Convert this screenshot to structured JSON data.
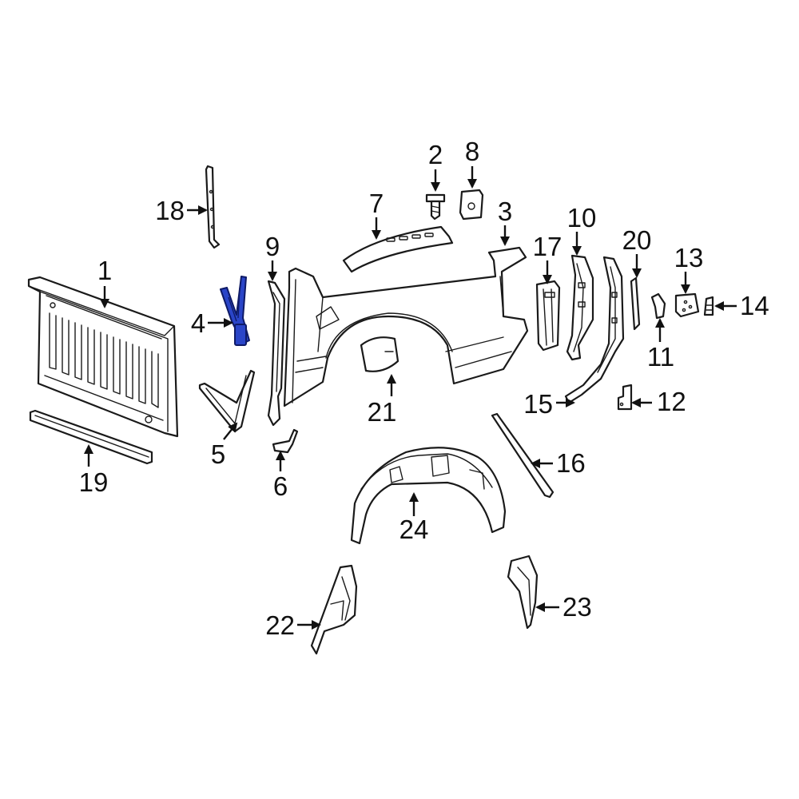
{
  "diagram": {
    "highlight_color": "#2a45c8",
    "line_color": "#1a1a1a",
    "callouts": [
      {
        "id": "1",
        "label": "1"
      },
      {
        "id": "2",
        "label": "2"
      },
      {
        "id": "3",
        "label": "3"
      },
      {
        "id": "4",
        "label": "4",
        "highlighted": true
      },
      {
        "id": "5",
        "label": "5"
      },
      {
        "id": "6",
        "label": "6"
      },
      {
        "id": "7",
        "label": "7"
      },
      {
        "id": "8",
        "label": "8"
      },
      {
        "id": "9",
        "label": "9"
      },
      {
        "id": "10",
        "label": "10"
      },
      {
        "id": "11",
        "label": "11"
      },
      {
        "id": "12",
        "label": "12"
      },
      {
        "id": "13",
        "label": "13"
      },
      {
        "id": "14",
        "label": "14"
      },
      {
        "id": "15",
        "label": "15"
      },
      {
        "id": "16",
        "label": "16"
      },
      {
        "id": "17",
        "label": "17"
      },
      {
        "id": "18",
        "label": "18"
      },
      {
        "id": "19",
        "label": "19"
      },
      {
        "id": "20",
        "label": "20"
      },
      {
        "id": "21",
        "label": "21"
      },
      {
        "id": "22",
        "label": "22"
      },
      {
        "id": "23",
        "label": "23"
      },
      {
        "id": "24",
        "label": "24"
      }
    ]
  }
}
